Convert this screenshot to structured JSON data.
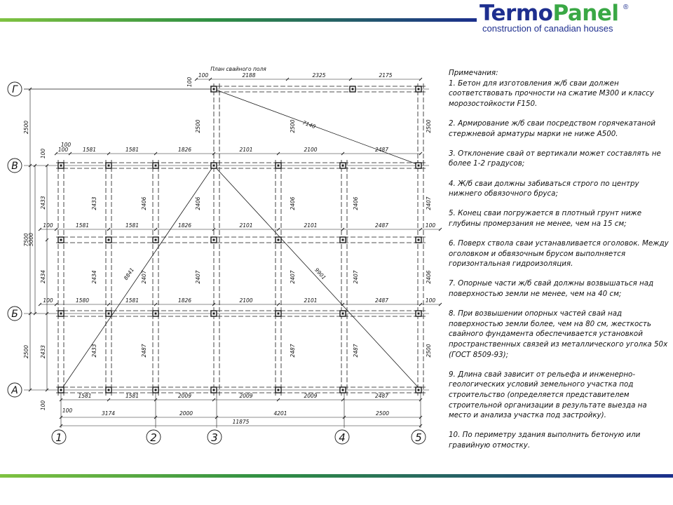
{
  "logo": {
    "word_part1": "Termo",
    "word_part2": "Panel",
    "registered": "®",
    "subtitle": "construction of canadian houses"
  },
  "drawing": {
    "title": "План свайного поля",
    "row_labels": [
      "Г",
      "В",
      "Б",
      "А"
    ],
    "column_labels": [
      "1",
      "2",
      "3",
      "4",
      "5"
    ],
    "top_row_dims": [
      "100",
      "2188",
      "2325",
      "2175"
    ],
    "row_b_dims": [
      "100",
      "1581",
      "1581",
      "1826",
      "2101",
      "2100",
      "2487"
    ],
    "row_mid_dims": [
      "100",
      "1581",
      "1581",
      "1826",
      "2101",
      "2101",
      "2487",
      "100"
    ],
    "row_bb_dims": [
      "100",
      "1580",
      "1581",
      "1826",
      "2100",
      "2101",
      "2487",
      "100"
    ],
    "row_a_dims": [
      "100",
      "1581",
      "1581",
      "2009",
      "2009",
      "2009",
      "2487"
    ],
    "bottom_dims": [
      "100",
      "3174",
      "2000",
      "4201",
      "2500"
    ],
    "overall_dim": "11875",
    "left_dims": [
      "2500",
      "5000",
      "7500",
      "2500",
      "100"
    ],
    "vertical_dims": [
      "2433",
      "2434",
      "2406",
      "2407",
      "2487",
      "2500",
      "100"
    ],
    "diagonals": [
      "7140",
      "8841",
      "9901"
    ]
  },
  "notes": {
    "heading": "Примечания:",
    "items": [
      "1. Бетон для изготовления ж/б сваи должен соответствовать прочности на сжатие М300 и классу морозостойкости F150.",
      "2. Армирование ж/б сваи посредством горячекатаной стержневой арматуры марки не ниже А500.",
      "3. Отклонение свай от вертикали может составлять не более 1-2 градусов;",
      "4. Ж/б сваи должны забиваться строго по центру нижнего обвязочного бруса;",
      "5. Конец сваи погружается в плотный грунт ниже глубины промерзания не менее, чем на 15 см;",
      "6. Поверх ствола сваи устанавливается оголовок. Между оголовком и обвязочным брусом выполняется горизонтальная гидроизоляция.",
      "7. Опорные части ж/б свай должны возвышаться над поверхностью земли не менее, чем на 40 см;",
      "8. При возвышении опорных частей свай над поверхностью земли более, чем на 80 см, жесткость свайного фундамента обеспечивается установкой пространственных связей из металлического уголка 50х (ГОСТ 8509-93);",
      "9. Длина свай зависит от рельефа и инженерно-геологических условий земельного участка под строительство (определяется представителем строительной организации в результате выезда на место и анализа участка под застройку).",
      "10. По периметру здания выполнить бетоную или гравийную отмостку."
    ]
  },
  "colors": {
    "brand_blue": "#1e2f8f",
    "brand_green": "#3aa845",
    "line": "#1a1a1a"
  }
}
